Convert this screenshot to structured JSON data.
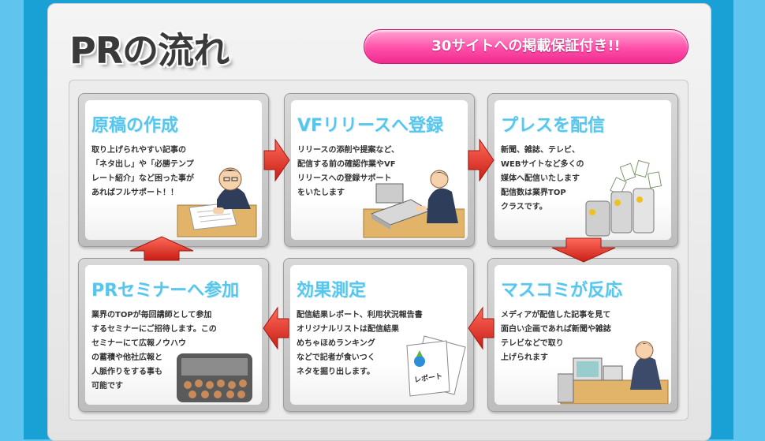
{
  "title": "PRの流れ",
  "banner": "30サイトへの掲載保証付き!!",
  "steps": [
    {
      "title": "原稿の作成",
      "text": "取り上げられやすい記事の\n「ネタ出し」や「必勝テンプ\nレート紹介」など困った事が\nあればフルサポート！！"
    },
    {
      "title": "VFリリースへ登録",
      "text": "リリースの添削や提案など、\n配信する前の確認作業やVF\nリリースへの登録サポート\nをいたします"
    },
    {
      "title": "プレスを配信",
      "text": "新聞、雑誌、テレビ、\nWEBサイトなど多くの\n媒体へ配信いたします\n配信数は業界TOP\nクラスです。"
    },
    {
      "title": "マスコミが反応",
      "text": "メディアが配信した記事を見て\n面白い企画であれば新聞や雑誌\nテレビなどで取り\n上げられます"
    },
    {
      "title": "効果測定",
      "text": "配信結果レポート、利用状況報告書\nオリジナルリストは配信結果\nめちゃほめランキング\nなどで記者が食いつく\nネタを掘り出します。"
    },
    {
      "title": "PRセミナーへ参加",
      "text": "業界のTOPが毎回講師として参加\nするセミナーにご招待します。この\nセミナーにて広報ノウハウ\nの蓄積や他社広報と\n人脈作りをする事も\n可能です"
    }
  ],
  "report_label": "レポート",
  "colors": {
    "title_blue": "#58c6ec",
    "arrow_red": "#e8322a",
    "banner_pink": "#ff4fa9",
    "frame_blue": "#19a0d4"
  }
}
